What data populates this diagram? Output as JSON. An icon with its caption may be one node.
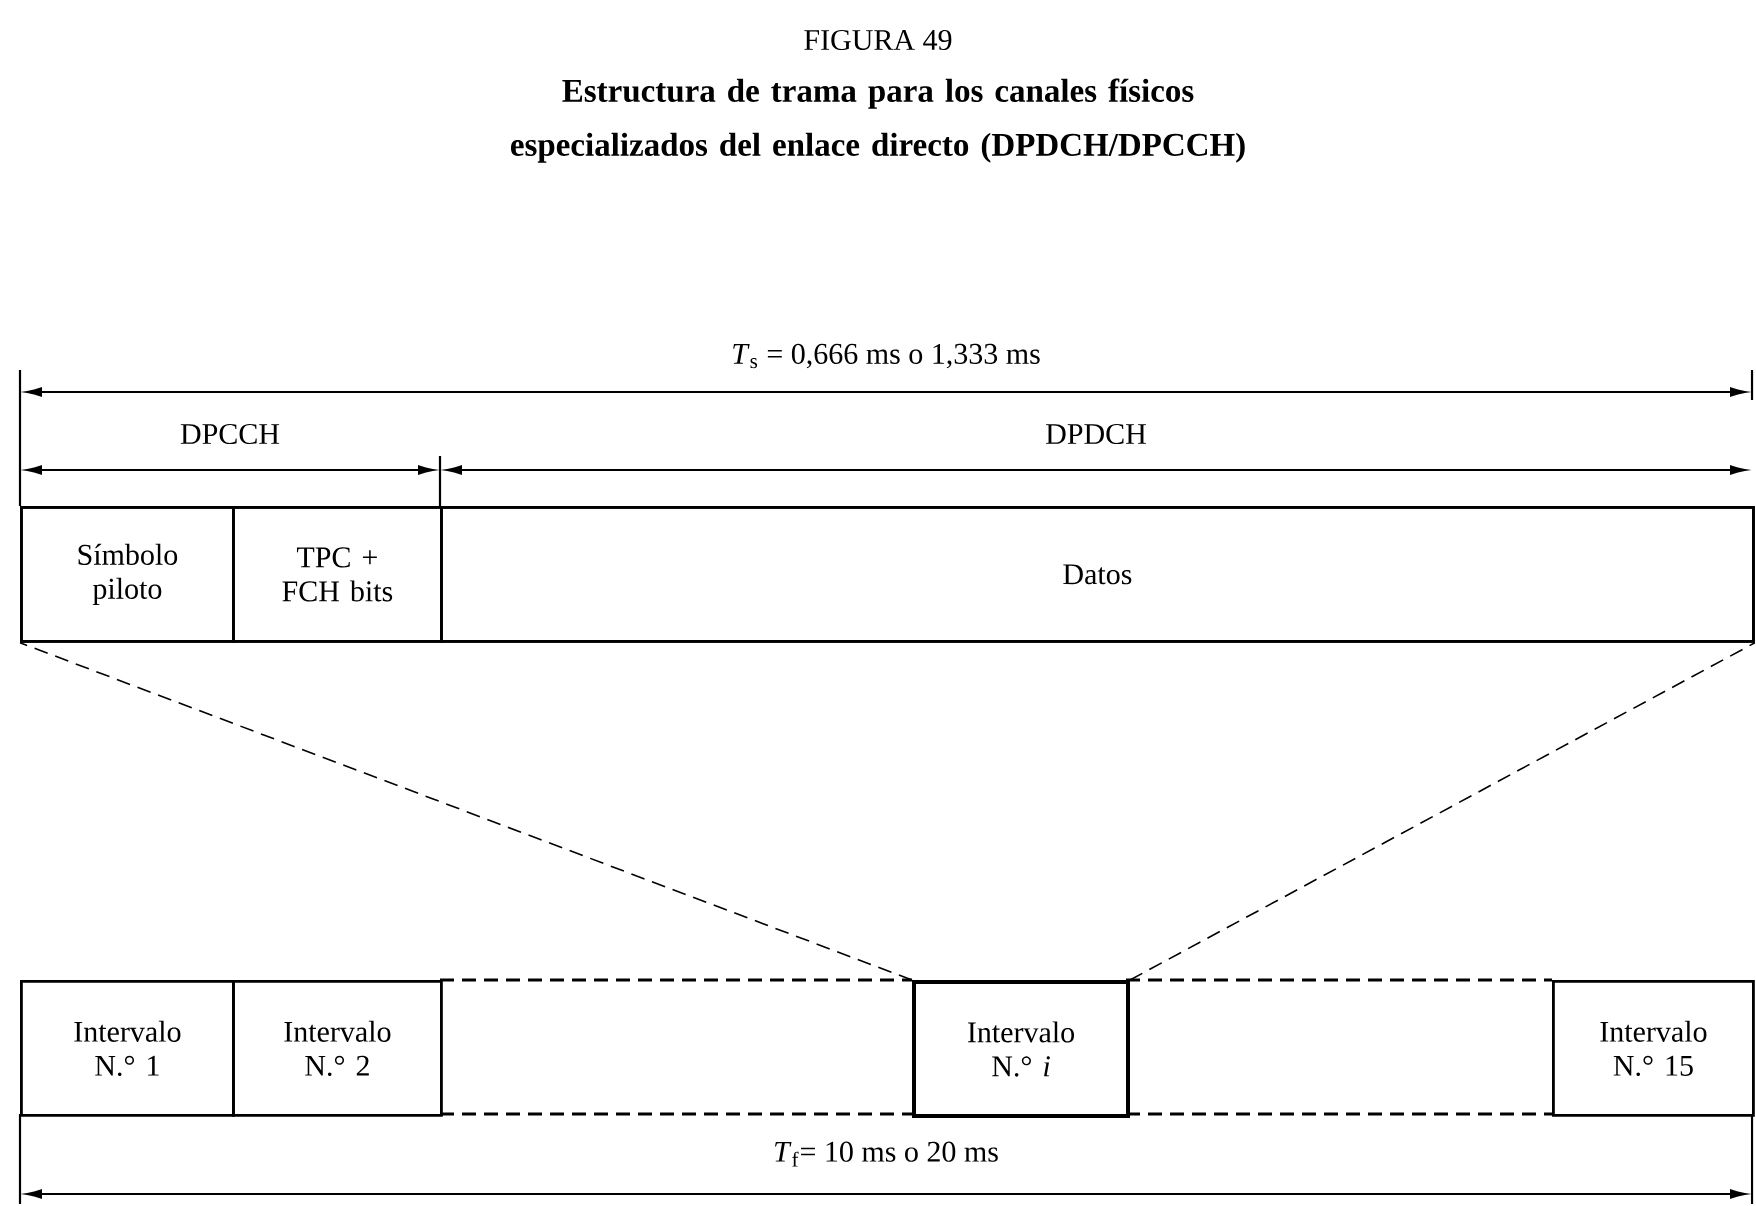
{
  "diagram": {
    "title": "Estructura de trama para los canales físicos especializados del enlace directo (DPDCH/DPCCH)",
    "nodes": [
      {
        "text": [],
        "shape": "box"
      },
      {
        "text": [
          "Símbolo piloto"
        ],
        "in": 0
      },
      {
        "text": [
          "TPC + FCH bits"
        ],
        "in": 0
      },
      {
        "text": [
          "Datos"
        ],
        "in": 0
      },
      {
        "text": [
          "Intervalo N.° 1"
        ]
      },
      {
        "text": [
          "Intervalo N.° 2"
        ]
      },
      {
        "text": [],
        "shape": "box"
      },
      {
        "text": [
          "Intervalo N.° *i*"
        ]
      },
      {
        "text": [],
        "shape": "box"
      },
      {
        "text": [
          "Intervalo N.° 15"
        ]
      }
    ],
    "edges": [
      {
        "from": 7,
        "to": 0,
        "arrow": "none",
        "style": "dashed"
      },
      {
        "from": 7,
        "to": 0,
        "arrow": "none",
        "style": "dashed"
      }
    ],
    "labels": [
      "FIGURA 49",
      "*T*$_{s}$ = 0,666 ms o 1,333 ms",
      "DPCCH",
      "DPDCH",
      "*T*$_{f}$= 10 ms o 20 ms"
    ]
  }
}
